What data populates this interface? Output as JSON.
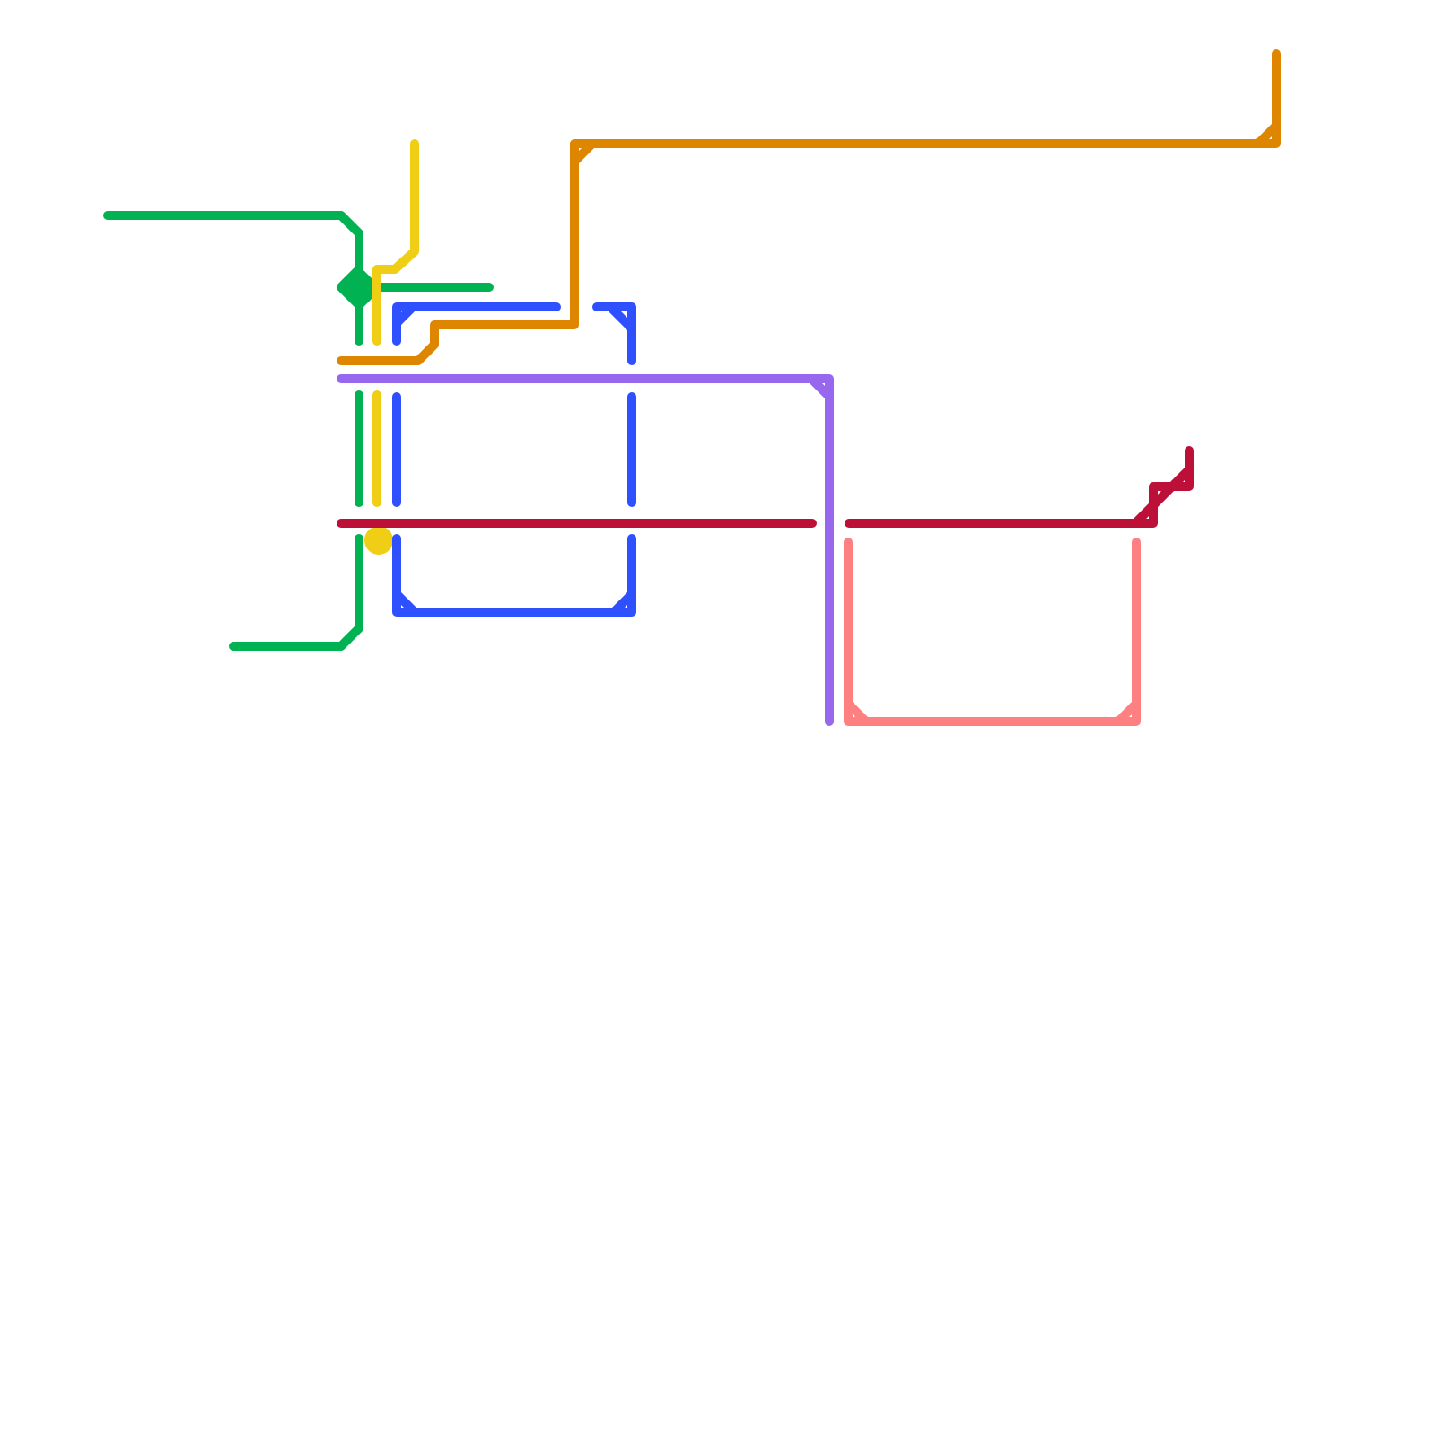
{
  "lines": [
    {
      "id": "green",
      "color": "#00b251",
      "segments": 4
    },
    {
      "id": "yellow",
      "color": "#f0ce15",
      "segments": 3
    },
    {
      "id": "orange",
      "color": "#df8600",
      "segments": 1
    },
    {
      "id": "blue",
      "color": "#2e50ff",
      "segments": 6
    },
    {
      "id": "purple",
      "color": "#9768ee",
      "segments": 1
    },
    {
      "id": "crimson",
      "color": "#bd1038",
      "segments": 2
    },
    {
      "id": "pink",
      "color": "#ff8080",
      "segments": 1
    }
  ]
}
